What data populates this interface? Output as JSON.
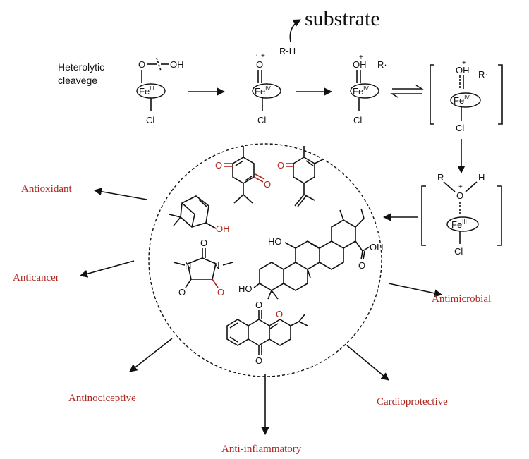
{
  "header": {
    "substrate": "substrate",
    "rh": "R-H"
  },
  "mechanism": {
    "step1_label_line1": "Heterolytic",
    "step1_label_line2": "cleavege",
    "o": "O",
    "oh": "OH",
    "fe": "Fe",
    "fe_ox_iii": "III",
    "fe_ox_iv": "IV",
    "cl": "Cl",
    "r_radical": "R·",
    "r": "R",
    "h": "H",
    "dot": "·",
    "plus": "+"
  },
  "compounds": {
    "ho": "HO",
    "oh": "OH",
    "o": "O",
    "n": "N"
  },
  "applications": {
    "antioxidant": "Antioxidant",
    "anticancer": "Anticancer",
    "antimicrobial": "Antimicrobial",
    "antinociceptive": "Antinociceptive",
    "anti_inflammatory": "Anti-inflammatory",
    "cardioprotective": "Cardioprotective"
  },
  "colors": {
    "ink": "#111111",
    "accent": "#b0281f"
  }
}
